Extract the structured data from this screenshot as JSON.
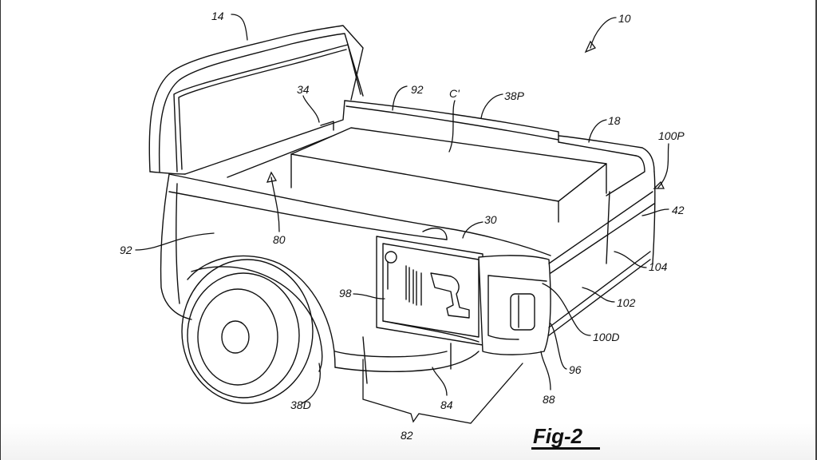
{
  "figure": {
    "title": "Fig-2",
    "subject": "Pickup truck cargo bed with side-mounted tool storage compartment",
    "colors": {
      "line": "#111111",
      "background": "#ffffff",
      "frame_edge": "#444444"
    }
  },
  "reference_numerals": {
    "vehicle": "10",
    "cab": "14",
    "bed_rear": "18",
    "bed_rail": "30",
    "bulkhead": "34",
    "side_panel_passenger": "38P",
    "side_panel_driver": "38D",
    "tailgate": "42",
    "cargo_area": "80",
    "storage_assembly": "82",
    "lower_panel": "84",
    "housing": "88",
    "rail_cap": "92",
    "rail_cap_side": "92",
    "handle": "96",
    "tool_board": "98",
    "door_driver": "100D",
    "door_passenger": "100P",
    "bumper_upper": "102",
    "bumper_lower": "104",
    "cargo": "C'"
  }
}
